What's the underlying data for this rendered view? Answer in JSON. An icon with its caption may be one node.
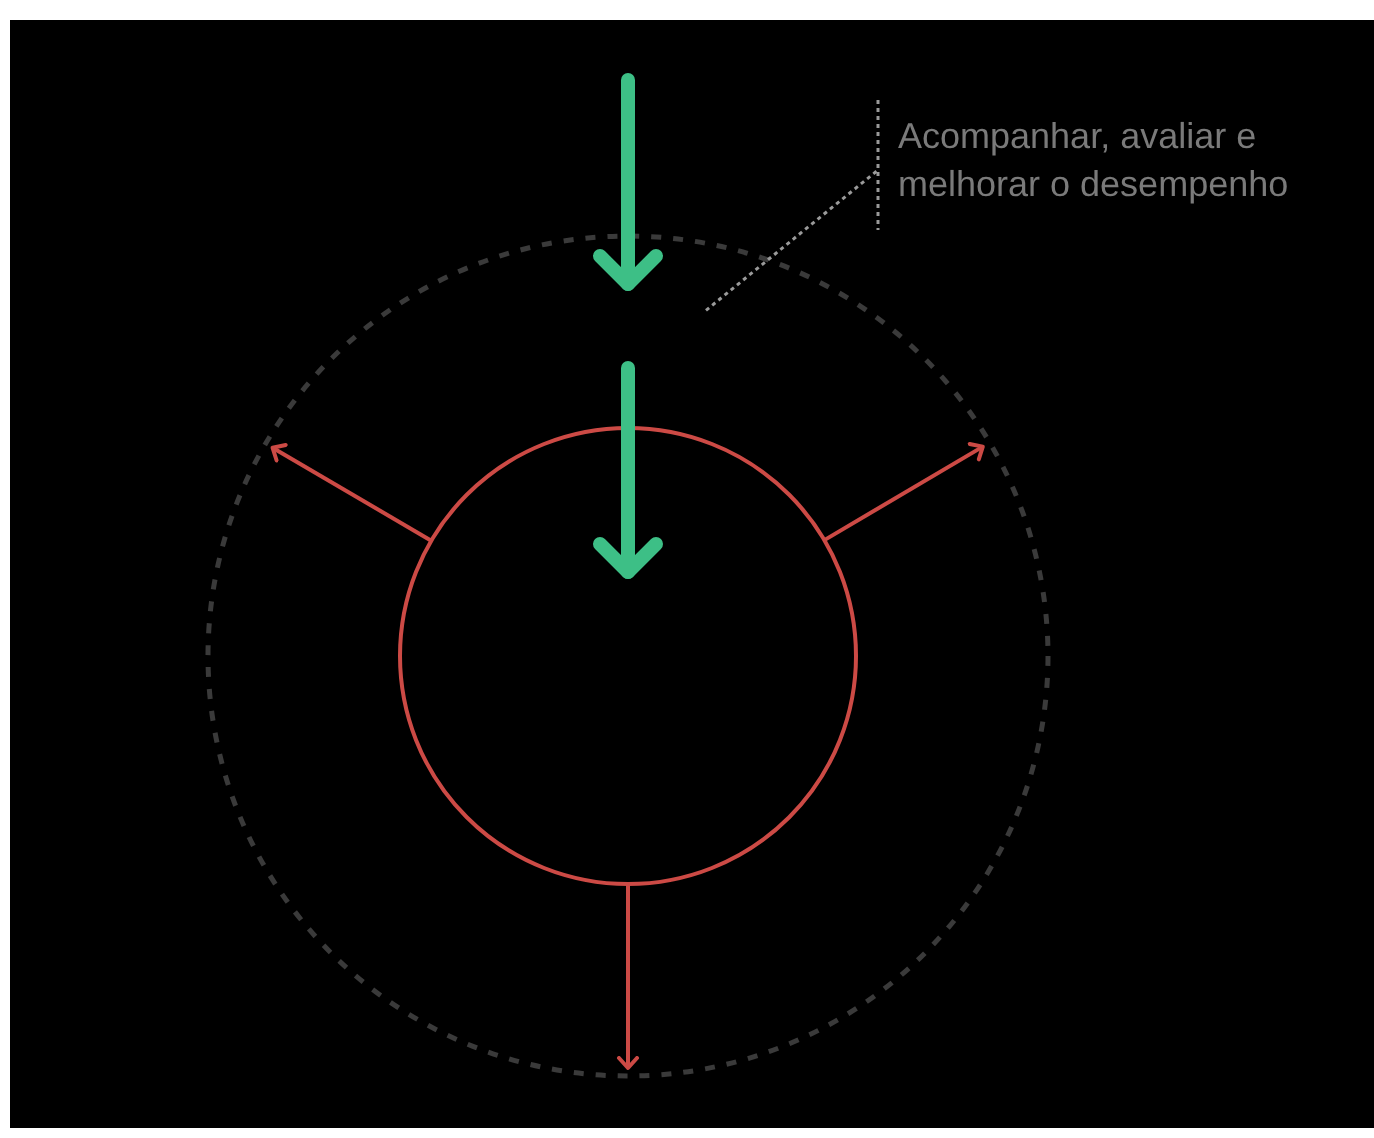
{
  "diagram": {
    "nodes": [
      {
        "text": [],
        "shape": "circle"
      },
      {
        "text": [],
        "shape": "circle",
        "in": 0
      },
      {
        "text": [
          "Acompanhar, avaliar e melhorar o desempenho"
        ]
      }
    ],
    "edges": [
      {
        "from": null,
        "to": 0,
        "arrow": "to",
        "style": "thick",
        "color": "#3dbf86"
      },
      {
        "from": null,
        "to": 1,
        "arrow": "to",
        "style": "thick",
        "color": "#3dbf86"
      },
      {
        "from": 1,
        "to": 0,
        "arrow": "to"
      },
      {
        "from": 1,
        "to": 0,
        "arrow": "to"
      },
      {
        "from": 1,
        "to": 0,
        "arrow": "to"
      },
      {
        "from": 2,
        "to": 0,
        "arrow": "none",
        "style": "dashed",
        "color": "#9a9a9a"
      }
    ]
  }
}
